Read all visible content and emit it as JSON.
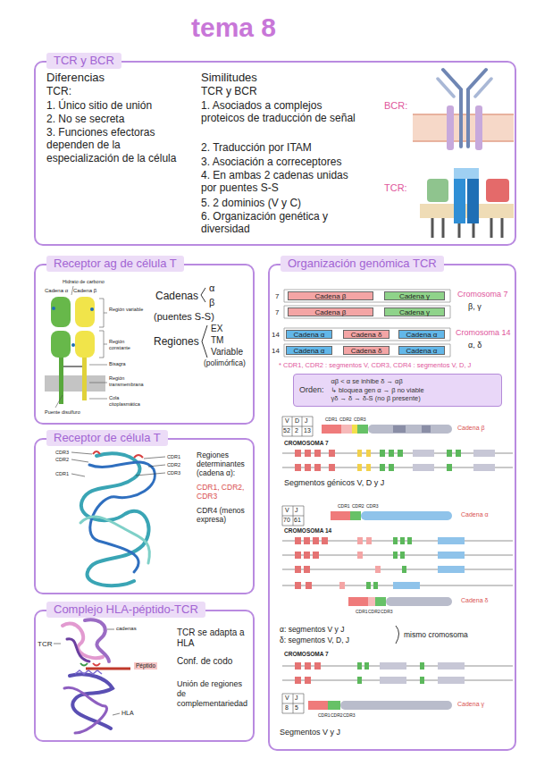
{
  "diagram": {
    "title": "tema 8",
    "nodes": [
      {
        "text": [
          "TCR y BCR"
        ]
      },
      {
        "text": [
          "Receptor ag de célula T"
        ]
      },
      {
        "text": [
          "Receptor de célula T"
        ]
      },
      {
        "text": [
          "Complejo HLA-péptido-TCR"
        ]
      },
      {
        "text": [
          "Organización genómica TCR"
        ]
      },
      {
        "text": [
          "Cadena β"
        ],
        "in": 4
      },
      {
        "text": [
          "Cadena γ"
        ],
        "in": 4
      },
      {
        "text": [
          "Cadena β"
        ],
        "in": 4
      },
      {
        "text": [
          "Cadena γ"
        ],
        "in": 4
      },
      {
        "text": [
          "Cadena α"
        ],
        "in": 4
      },
      {
        "text": [
          "Cadena δ"
        ],
        "in": 4
      },
      {
        "text": [
          "Cadena α"
        ],
        "in": 4
      },
      {
        "text": [
          "Cadena α"
        ],
        "in": 4
      },
      {
        "text": [
          "Cadena δ"
        ],
        "in": 4
      },
      {
        "text": [
          "Cadena α"
        ],
        "in": 4
      },
      {
        "text": [
          "Orden:",
          "αβ < α se inhibe δ → αβ",
          "↳ bloquea gen α → β no viable",
          "γδ → δ → δ-S (no β presente)"
        ],
        "in": 4
      }
    ],
    "labels": [
      "Diferencias",
      "TCR:",
      "1. Único sitio de unión",
      "2. No se secreta",
      "3. Funciones efectoras dependen de la especialización de la célula",
      "Similitudes",
      "TCR y BCR",
      "1. Asociados a complejos proteicos de traducción de señal",
      "2. Traducción por ITAM",
      "3. Asociación a correceptores",
      "4. En ambas 2 cadenas unidas por puentes S-S",
      "5. 2 dominios (V y C)",
      "6. Organización genética y diversidad",
      "BCR:",
      "TCR:",
      "Hidrato de carbono",
      "Cadena α",
      "Cadena β",
      "Región variable",
      "Región constante",
      "Bisagra",
      "Región transmembrana",
      "Cola citoplasmática",
      "Puente disulfuro",
      "Cadenas",
      "α",
      "β",
      "(puentes S-S)",
      "Regiones",
      "EX",
      "TM",
      "Variable",
      "(polimórfica)",
      "CDR3",
      "CDR2",
      "CDR1",
      "CDR1",
      "CDR2",
      "CDR3",
      "Regiones determinantes (cadena α):",
      "CDR1, CDR2, CDR3",
      "CDR4 (menos expresa)",
      "TCR",
      "cadenas",
      "Péptido",
      "HLA",
      "TCR se adapta a HLA",
      "Conf. de codo",
      "Unión de regiones de complementariedad",
      "7",
      "7",
      "14",
      "14",
      "Cromosoma 7",
      "β, γ",
      "Cromosoma 14",
      "α, δ",
      "* CDR1, CDR2 : segmentos V, CDR3, CDR4 : segmentos V, D, J",
      "V",
      "D",
      "J",
      "52",
      "2",
      "13",
      "CDR1",
      "CDR2",
      "CDR3",
      "Cadena β",
      "CROMOSOMA 7",
      "Segmentos génicos V, D y J",
      "V",
      "J",
      "70",
      "61",
      "CDR1",
      "CDR2",
      "CDR3",
      "Cadena α",
      "CROMOSOMA 14",
      "CDR1",
      "CDR2",
      "CDR3",
      "Cadena δ",
      "α: segmentos V y J",
      "δ: segmentos V, D, J",
      "mismo cromosoma",
      "CROMOSOMA 7",
      "V",
      "J",
      "8",
      "5",
      "CDR1",
      "CDR2",
      "CDR3",
      "Cadena γ",
      "Segmentos V y J"
    ]
  }
}
